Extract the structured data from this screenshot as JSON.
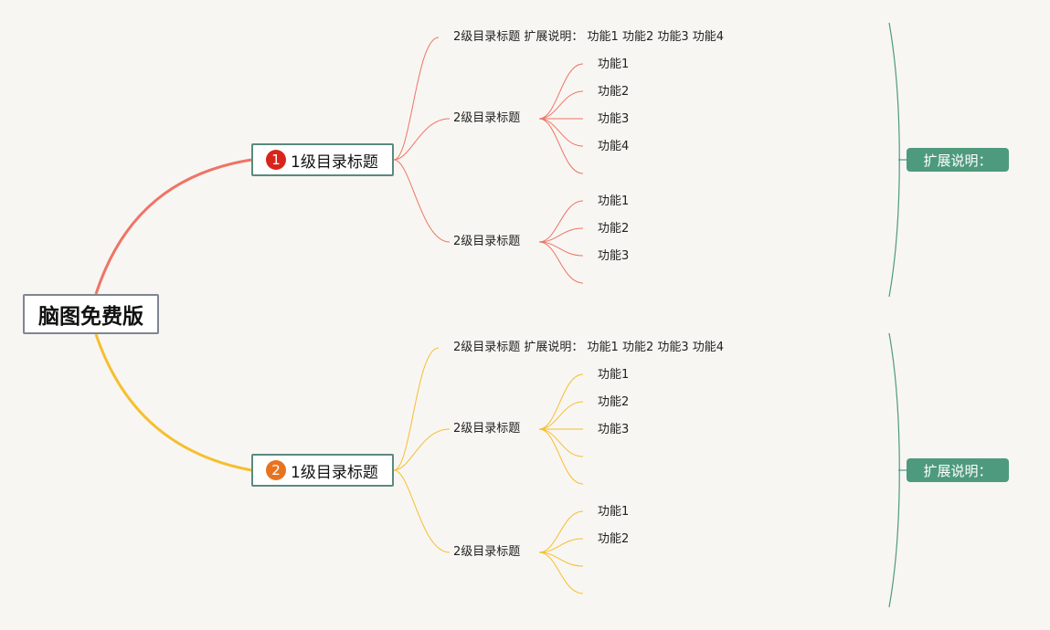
{
  "root": {
    "label": "脑图免费版"
  },
  "colors": {
    "branch1": "#ee7466",
    "branch2": "#f5bf2e",
    "badge1": "#d8251b",
    "badge2": "#e8731f",
    "note": "#4e9a7e",
    "bracket": "#4e9a7e"
  },
  "branches": [
    {
      "badge": "1",
      "label": "1级目录标题",
      "note": "扩展说明：",
      "items": [
        {
          "title": "2级目录标题",
          "inline": "扩展说明：  功能1 功能2 功能3 功能4"
        },
        {
          "title": "2级目录标题",
          "leaves": [
            "功能1",
            "功能2",
            "功能3",
            "功能4"
          ]
        },
        {
          "title": "2级目录标题",
          "leaves": [
            "功能1",
            "功能2",
            "功能3"
          ]
        }
      ]
    },
    {
      "badge": "2",
      "label": "1级目录标题",
      "note": "扩展说明：",
      "items": [
        {
          "title": "2级目录标题",
          "inline": "扩展说明：  功能1 功能2 功能3 功能4"
        },
        {
          "title": "2级目录标题",
          "leaves": [
            "功能1",
            "功能2",
            "功能3"
          ]
        },
        {
          "title": "2级目录标题",
          "leaves": [
            "功能1",
            "功能2"
          ]
        }
      ]
    }
  ]
}
